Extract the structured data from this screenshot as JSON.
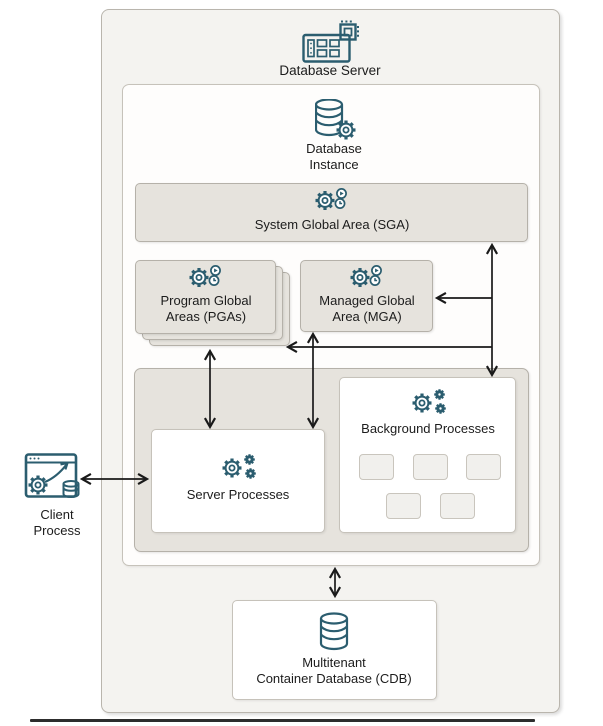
{
  "diagram": {
    "nodes": {
      "database_server": {
        "label": "Database Server",
        "icon": "server-icon"
      },
      "database_instance": {
        "line1": "Database",
        "line2": "Instance",
        "icon": "database-gear-icon"
      },
      "sga": {
        "label": "System Global Area (SGA)",
        "icon": "gear-schedule-icon"
      },
      "pga": {
        "line1": "Program Global",
        "line2": "Areas (PGAs)",
        "icon": "gear-schedule-icon",
        "stack_layers": 3
      },
      "mga": {
        "line1": "Managed Global",
        "line2": "Area (MGA)",
        "icon": "gear-schedule-icon"
      },
      "server_processes": {
        "label": "Server Processes",
        "icon": "gears-icon"
      },
      "background_processes": {
        "label": "Background Processes",
        "icon": "gears-icon",
        "tile_count": 5
      },
      "client_process": {
        "line1": "Client",
        "line2": "Process",
        "icon": "client-app-icon"
      },
      "cdb": {
        "line1": "Multitenant",
        "line2": "Container Database (CDB)",
        "icon": "database-icon"
      }
    },
    "colors": {
      "icon_teal": "#2b5d6f",
      "panel_gray": "#e6e3dd",
      "outer_fill": "#f4f3f0",
      "box_border": "#b5b1a9",
      "arrow_black": "#1a1a1a"
    }
  }
}
